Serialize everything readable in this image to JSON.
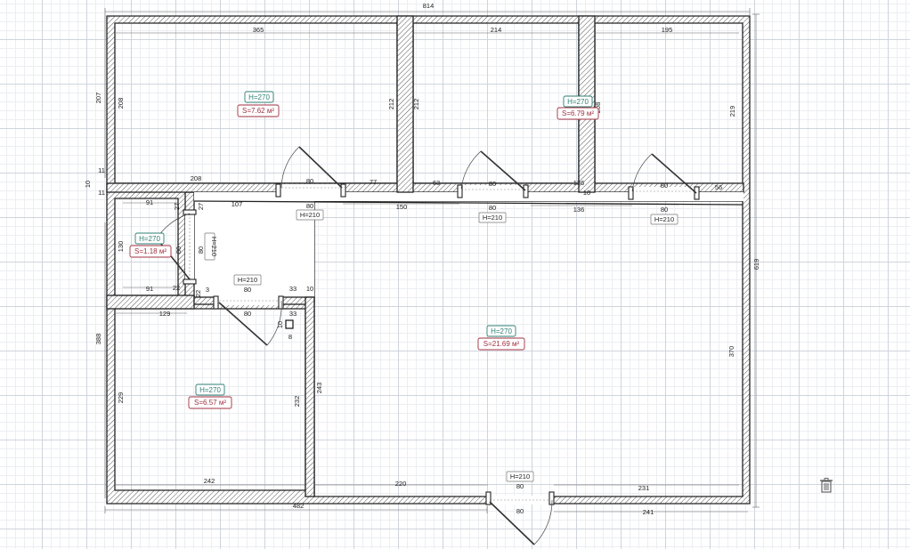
{
  "icons": {
    "trash": "trash-icon"
  },
  "colors": {
    "height_label": "#2f7f74",
    "area_label": "#a03040",
    "wall": "#222222"
  },
  "rooms": [
    {
      "id": "room-top-left",
      "height": "H=270",
      "area": "S=7.62 м²"
    },
    {
      "id": "room-top-right",
      "height": "H=270",
      "area": "S=6.79 м²"
    },
    {
      "id": "room-small",
      "height": "H=270",
      "area": "S=1.18 м²"
    },
    {
      "id": "room-bottom-left",
      "height": "H=270",
      "area": "S=6.57 м²"
    },
    {
      "id": "room-main",
      "height": "H=270",
      "area": "S=21.69 м²"
    }
  ],
  "doors": [
    {
      "id": "door-top-left",
      "height": "H=210",
      "width": "80"
    },
    {
      "id": "door-top-middle",
      "height": "H=210",
      "width": "80"
    },
    {
      "id": "door-top-right",
      "height": "H=210",
      "width": "80"
    },
    {
      "id": "door-small-room",
      "height": "H=210",
      "width": "80"
    },
    {
      "id": "door-bottom-left",
      "height": "H=210",
      "width": "80"
    },
    {
      "id": "door-entrance",
      "height": "H=210",
      "width": "80"
    }
  ],
  "dimensions": [
    "814",
    "365",
    "214",
    "195",
    "207",
    "208",
    "212",
    "212",
    "208",
    "219",
    "11",
    "10",
    "11",
    "208",
    "77",
    "63",
    "136",
    "10",
    "56",
    "91",
    "27",
    "27",
    "107",
    "150",
    "136",
    "130",
    "91",
    "22",
    "22",
    "3",
    "33",
    "10",
    "129",
    "33",
    "10",
    "8",
    "388",
    "229",
    "232",
    "243",
    "242",
    "220",
    "231",
    "482",
    "241",
    "619",
    "370",
    "80"
  ]
}
